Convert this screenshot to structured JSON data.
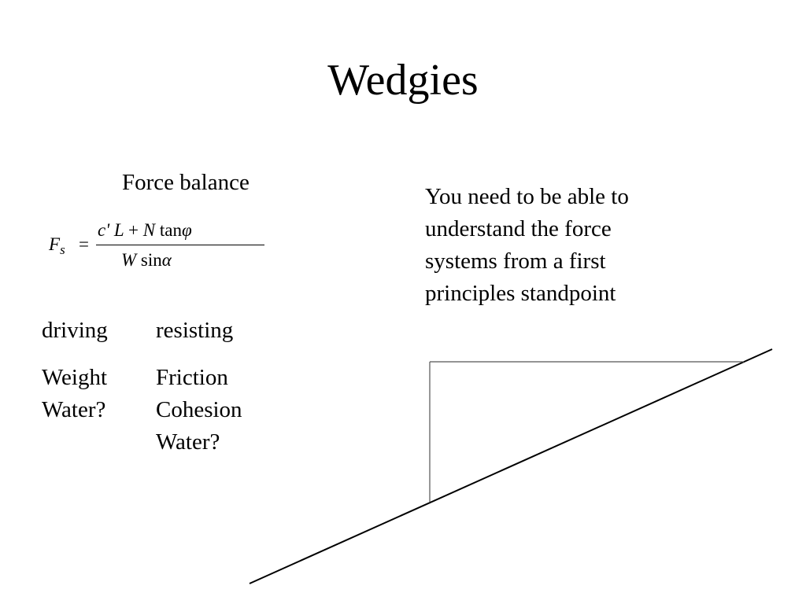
{
  "slide": {
    "title": "Wedgies",
    "subtitle": "Force balance",
    "equation": {
      "lhs": "F",
      "lhs_sub": "s",
      "equals": "=",
      "numerator": {
        "c": "c'",
        "L": "L",
        "plus": "+",
        "N": "N",
        "tan": "tan",
        "phi": "φ"
      },
      "denominator": {
        "W": "W",
        "sin": "sin",
        "alpha": "α"
      }
    },
    "driving": {
      "heading": "driving",
      "items": [
        "Weight",
        "Water?"
      ]
    },
    "resisting": {
      "heading": "resisting",
      "items": [
        "Friction",
        "Cohesion",
        "Water?"
      ]
    },
    "note": "You need to be able to understand the force systems from a first principles standpoint"
  }
}
